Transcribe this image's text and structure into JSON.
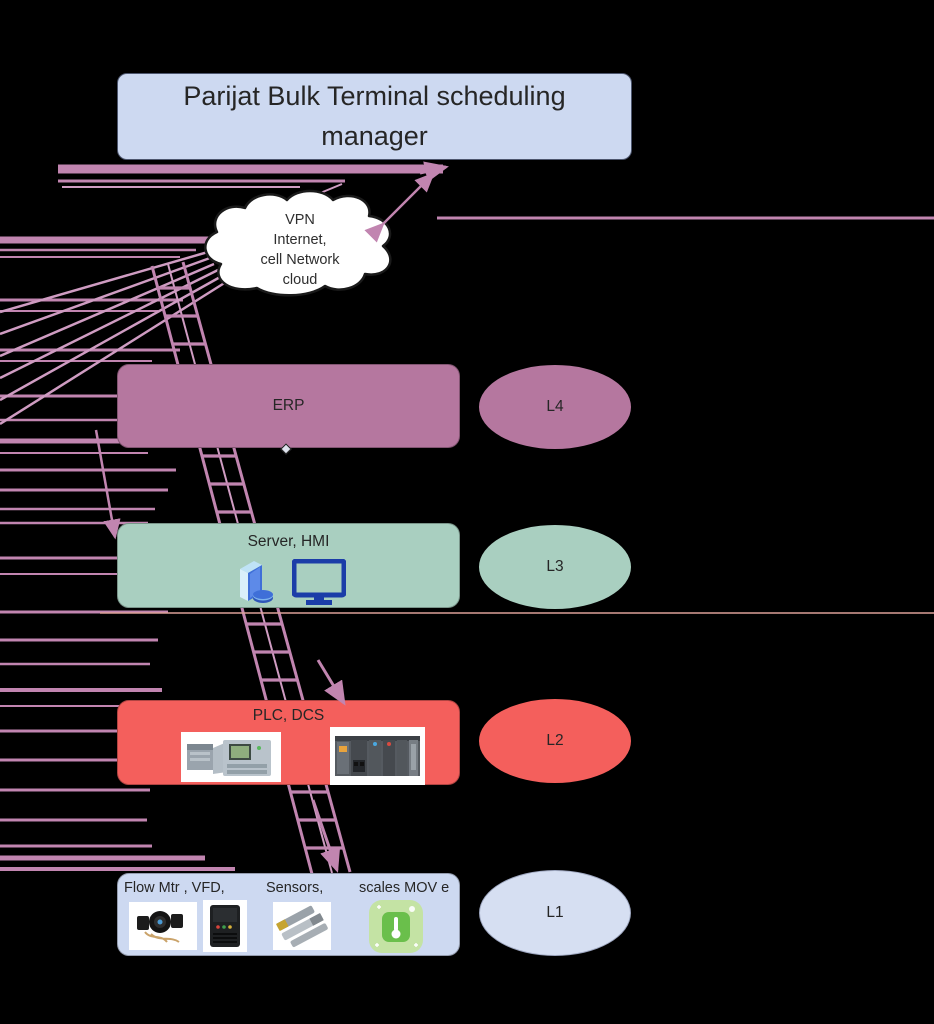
{
  "colors": {
    "background": "#000000",
    "connector": "#c185b0",
    "connector_light": "#cf9cc2",
    "salmon_line": "#dca097",
    "title_box": "#cdd9f1",
    "title_border": "#4d566e",
    "l4": "#b5779f",
    "l3": "#a9cfc0",
    "l2": "#f45f5c",
    "l1": "#cdd9f1",
    "l1_ellipse": "#d6dff2",
    "cloud_fill": "#ffffff",
    "cloud_stroke": "#1a1a1a"
  },
  "title": {
    "text": "Parijat Bulk Terminal scheduling manager"
  },
  "cloud": {
    "lines": [
      "VPN",
      "Internet,",
      "cell Network",
      "cloud"
    ]
  },
  "levels": [
    {
      "name": "erp",
      "box_label": "ERP",
      "badge": "L4",
      "icons": []
    },
    {
      "name": "server-hmi",
      "box_label": "Server, HMI",
      "badge": "L3",
      "icons": [
        "server-icon",
        "monitor-icon"
      ]
    },
    {
      "name": "plc-dcs",
      "box_label": "PLC, DCS",
      "badge": "L2",
      "icons": [
        "plc-module-photo",
        "plc-rack-photo"
      ]
    },
    {
      "name": "field-devices",
      "badge": "L1",
      "labels": [
        "Flow Mtr , VFD,",
        "Sensors,",
        "scales MOV e"
      ],
      "icons": [
        "flow-meter-photo",
        "vfd-photo",
        "sensors-photo",
        "thermometer-icon"
      ]
    }
  ]
}
